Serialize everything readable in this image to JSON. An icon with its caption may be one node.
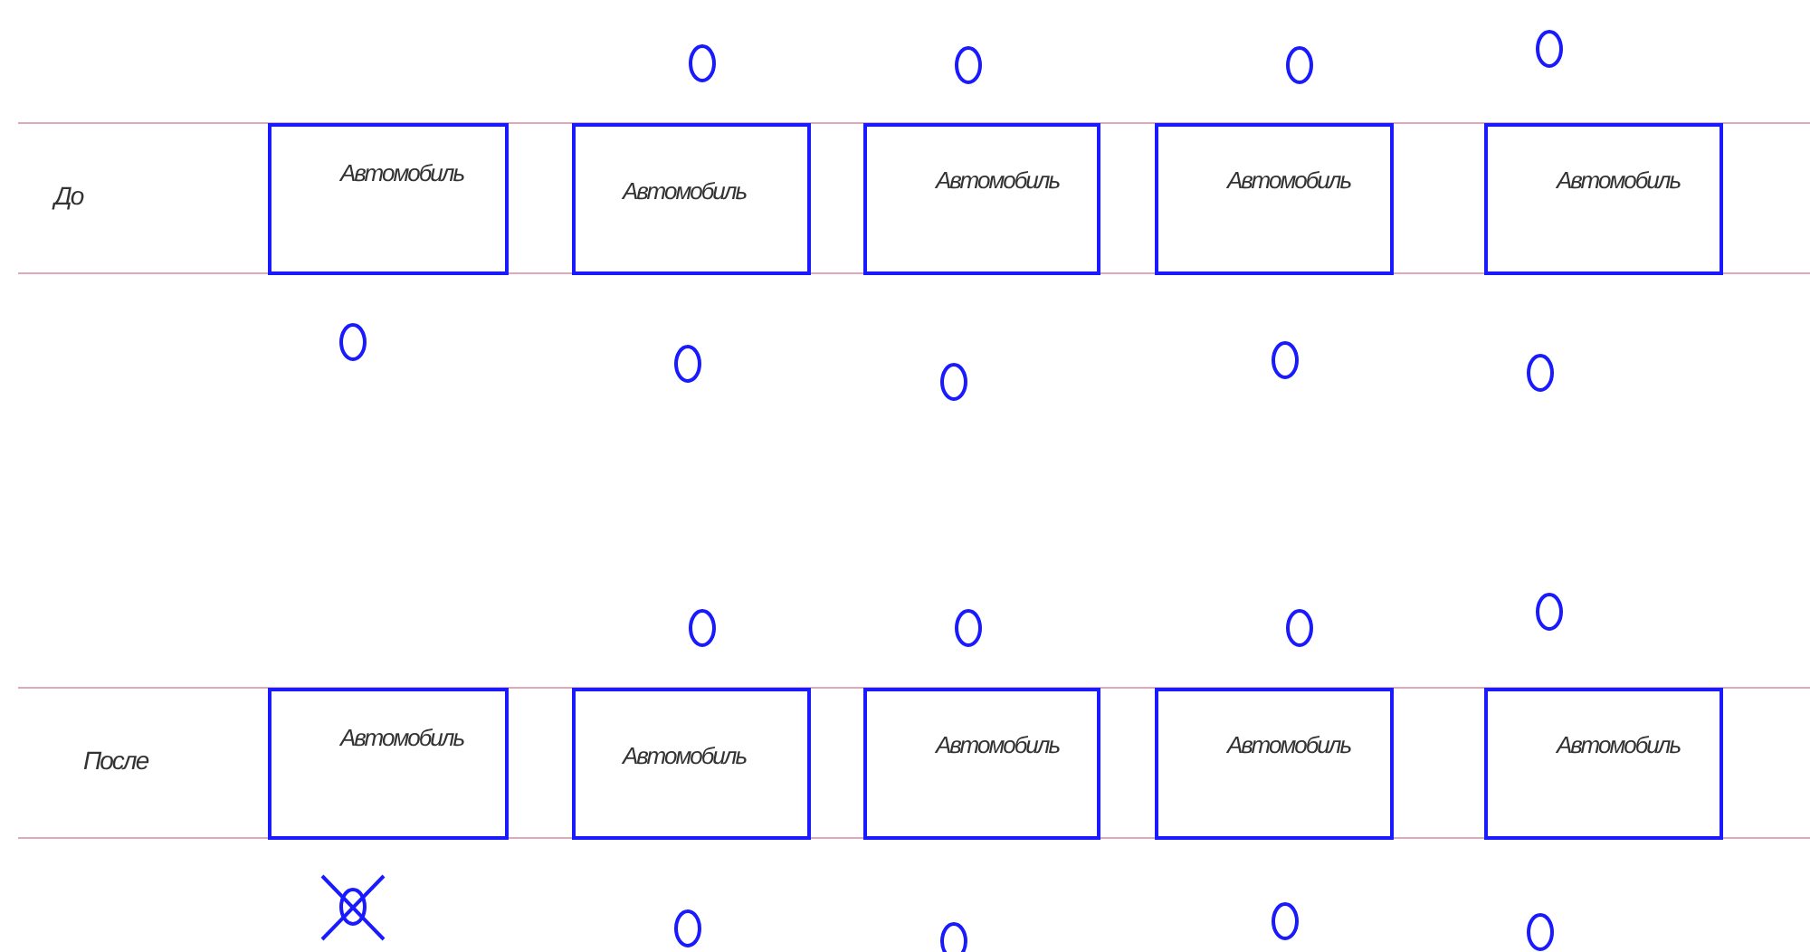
{
  "diagram": {
    "nodes": [
      {
        "text": [
          "Автомобиль"
        ]
      },
      {
        "text": [
          "Автомобиль"
        ]
      },
      {
        "text": [
          "Автомобиль"
        ]
      },
      {
        "text": [
          "Автомобиль"
        ]
      },
      {
        "text": [
          "Автомобиль"
        ]
      },
      {
        "text": [
          "Автомобиль"
        ]
      },
      {
        "text": [
          "Автомобиль"
        ]
      },
      {
        "text": [
          "Автомобиль"
        ]
      },
      {
        "text": [
          "Автомобиль"
        ]
      },
      {
        "text": [
          "Автомобиль"
        ]
      }
    ],
    "labels": [
      "До",
      "После"
    ]
  }
}
